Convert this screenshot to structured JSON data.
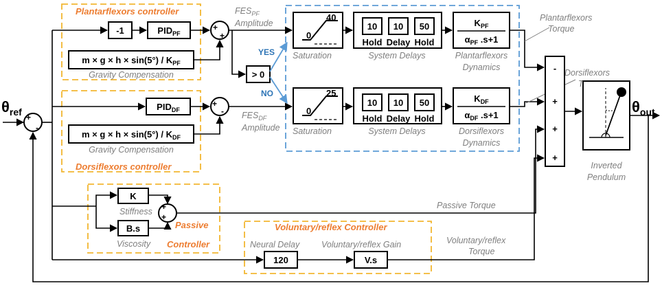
{
  "signals": {
    "theta_ref": "θ",
    "theta_ref_sub": "ref",
    "theta_out": "θ",
    "theta_out_sub": "out",
    "fes_pf": "FES",
    "fes_pf_sub": "PF",
    "fes_pf_amp": "Amplitude",
    "fes_df": "FES",
    "fes_df_sub": "DF",
    "fes_df_amp": "Amplitude",
    "yes": "YES",
    "no": "NO"
  },
  "plantar": {
    "title": "Plantarflexors controller",
    "neg_gain": "-1",
    "pid": "PID",
    "pid_sub": "PF",
    "gravity_expr": "m × g × h × sin(5°) / K",
    "gravity_sub": "PF",
    "gravity_label": "Gravity Compensation"
  },
  "dorsi": {
    "title": "Dorsiflexors controller",
    "pid": "PID",
    "pid_sub": "DF",
    "gravity_expr": "m × g × h × sin(5°) / K",
    "gravity_sub": "DF",
    "gravity_label": "Gravity Compensation"
  },
  "comparator": ">  0",
  "pf_chain": {
    "saturation_value": "40",
    "saturation_zero": "0",
    "saturation_label": "Saturation",
    "delays": [
      "10",
      "10",
      "50"
    ],
    "delay_labels": [
      "Hold",
      "Delay",
      "Hold"
    ],
    "delays_label": "System Delays",
    "tf_num": "K",
    "tf_num_sub": "PF",
    "tf_den": "α",
    "tf_den_sub": "PF",
    "tf_den_tail": " .s+1",
    "dynamics_label_1": "Plantarflexors",
    "dynamics_label_2": "Dynamics",
    "torque_label_1": "Plantarflexors",
    "torque_label_2": "Torque"
  },
  "df_chain": {
    "saturation_value": "25",
    "saturation_zero": "0",
    "saturation_label": "Saturation",
    "delays": [
      "10",
      "10",
      "50"
    ],
    "delay_labels": [
      "Hold",
      "Delay",
      "Hold"
    ],
    "delays_label": "System Delays",
    "tf_num": "K",
    "tf_num_sub": "DF",
    "tf_den": "α",
    "tf_den_sub": "DF",
    "tf_den_tail": " .s+1",
    "dynamics_label_1": "Dorsiflexors",
    "dynamics_label_2": "Dynamics",
    "torque_label_1": "Dorsiflexors",
    "torque_label_2": "Torque"
  },
  "big_sum_signs": [
    "-",
    "+",
    "+",
    "+"
  ],
  "pendulum_label_1": "Inverted",
  "pendulum_label_2": "Pendulum",
  "passive": {
    "stiffness_block": "K",
    "stiffness_label": "Stiffness",
    "viscosity_block": "B.s",
    "viscosity_label": "Viscosity",
    "title_1": "Passive",
    "title_2": "Controller",
    "torque_label": "Passive Torque"
  },
  "voluntary": {
    "title": "Voluntary/reflex Controller",
    "delay_label": "Neural Delay",
    "delay_value": "120",
    "gain_label": "Voluntary/reflex Gain",
    "gain_value": "V.s",
    "torque_label_1": "Voluntary/reflex",
    "torque_label_2": "Torque"
  },
  "sum_signs": {
    "input_plus": "+",
    "input_minus": "-",
    "pf_plus_a": "+",
    "pf_plus_b": "+",
    "df_plus": "+",
    "df_minus": "-",
    "passive_plus_a": "+",
    "passive_plus_b": "+"
  },
  "colors": {
    "orange": "#f2b630",
    "orange_text": "#ed7d31",
    "blue": "#5b9bd5",
    "blue_text": "#2e75b6",
    "grey_text": "#7f7f7f"
  }
}
